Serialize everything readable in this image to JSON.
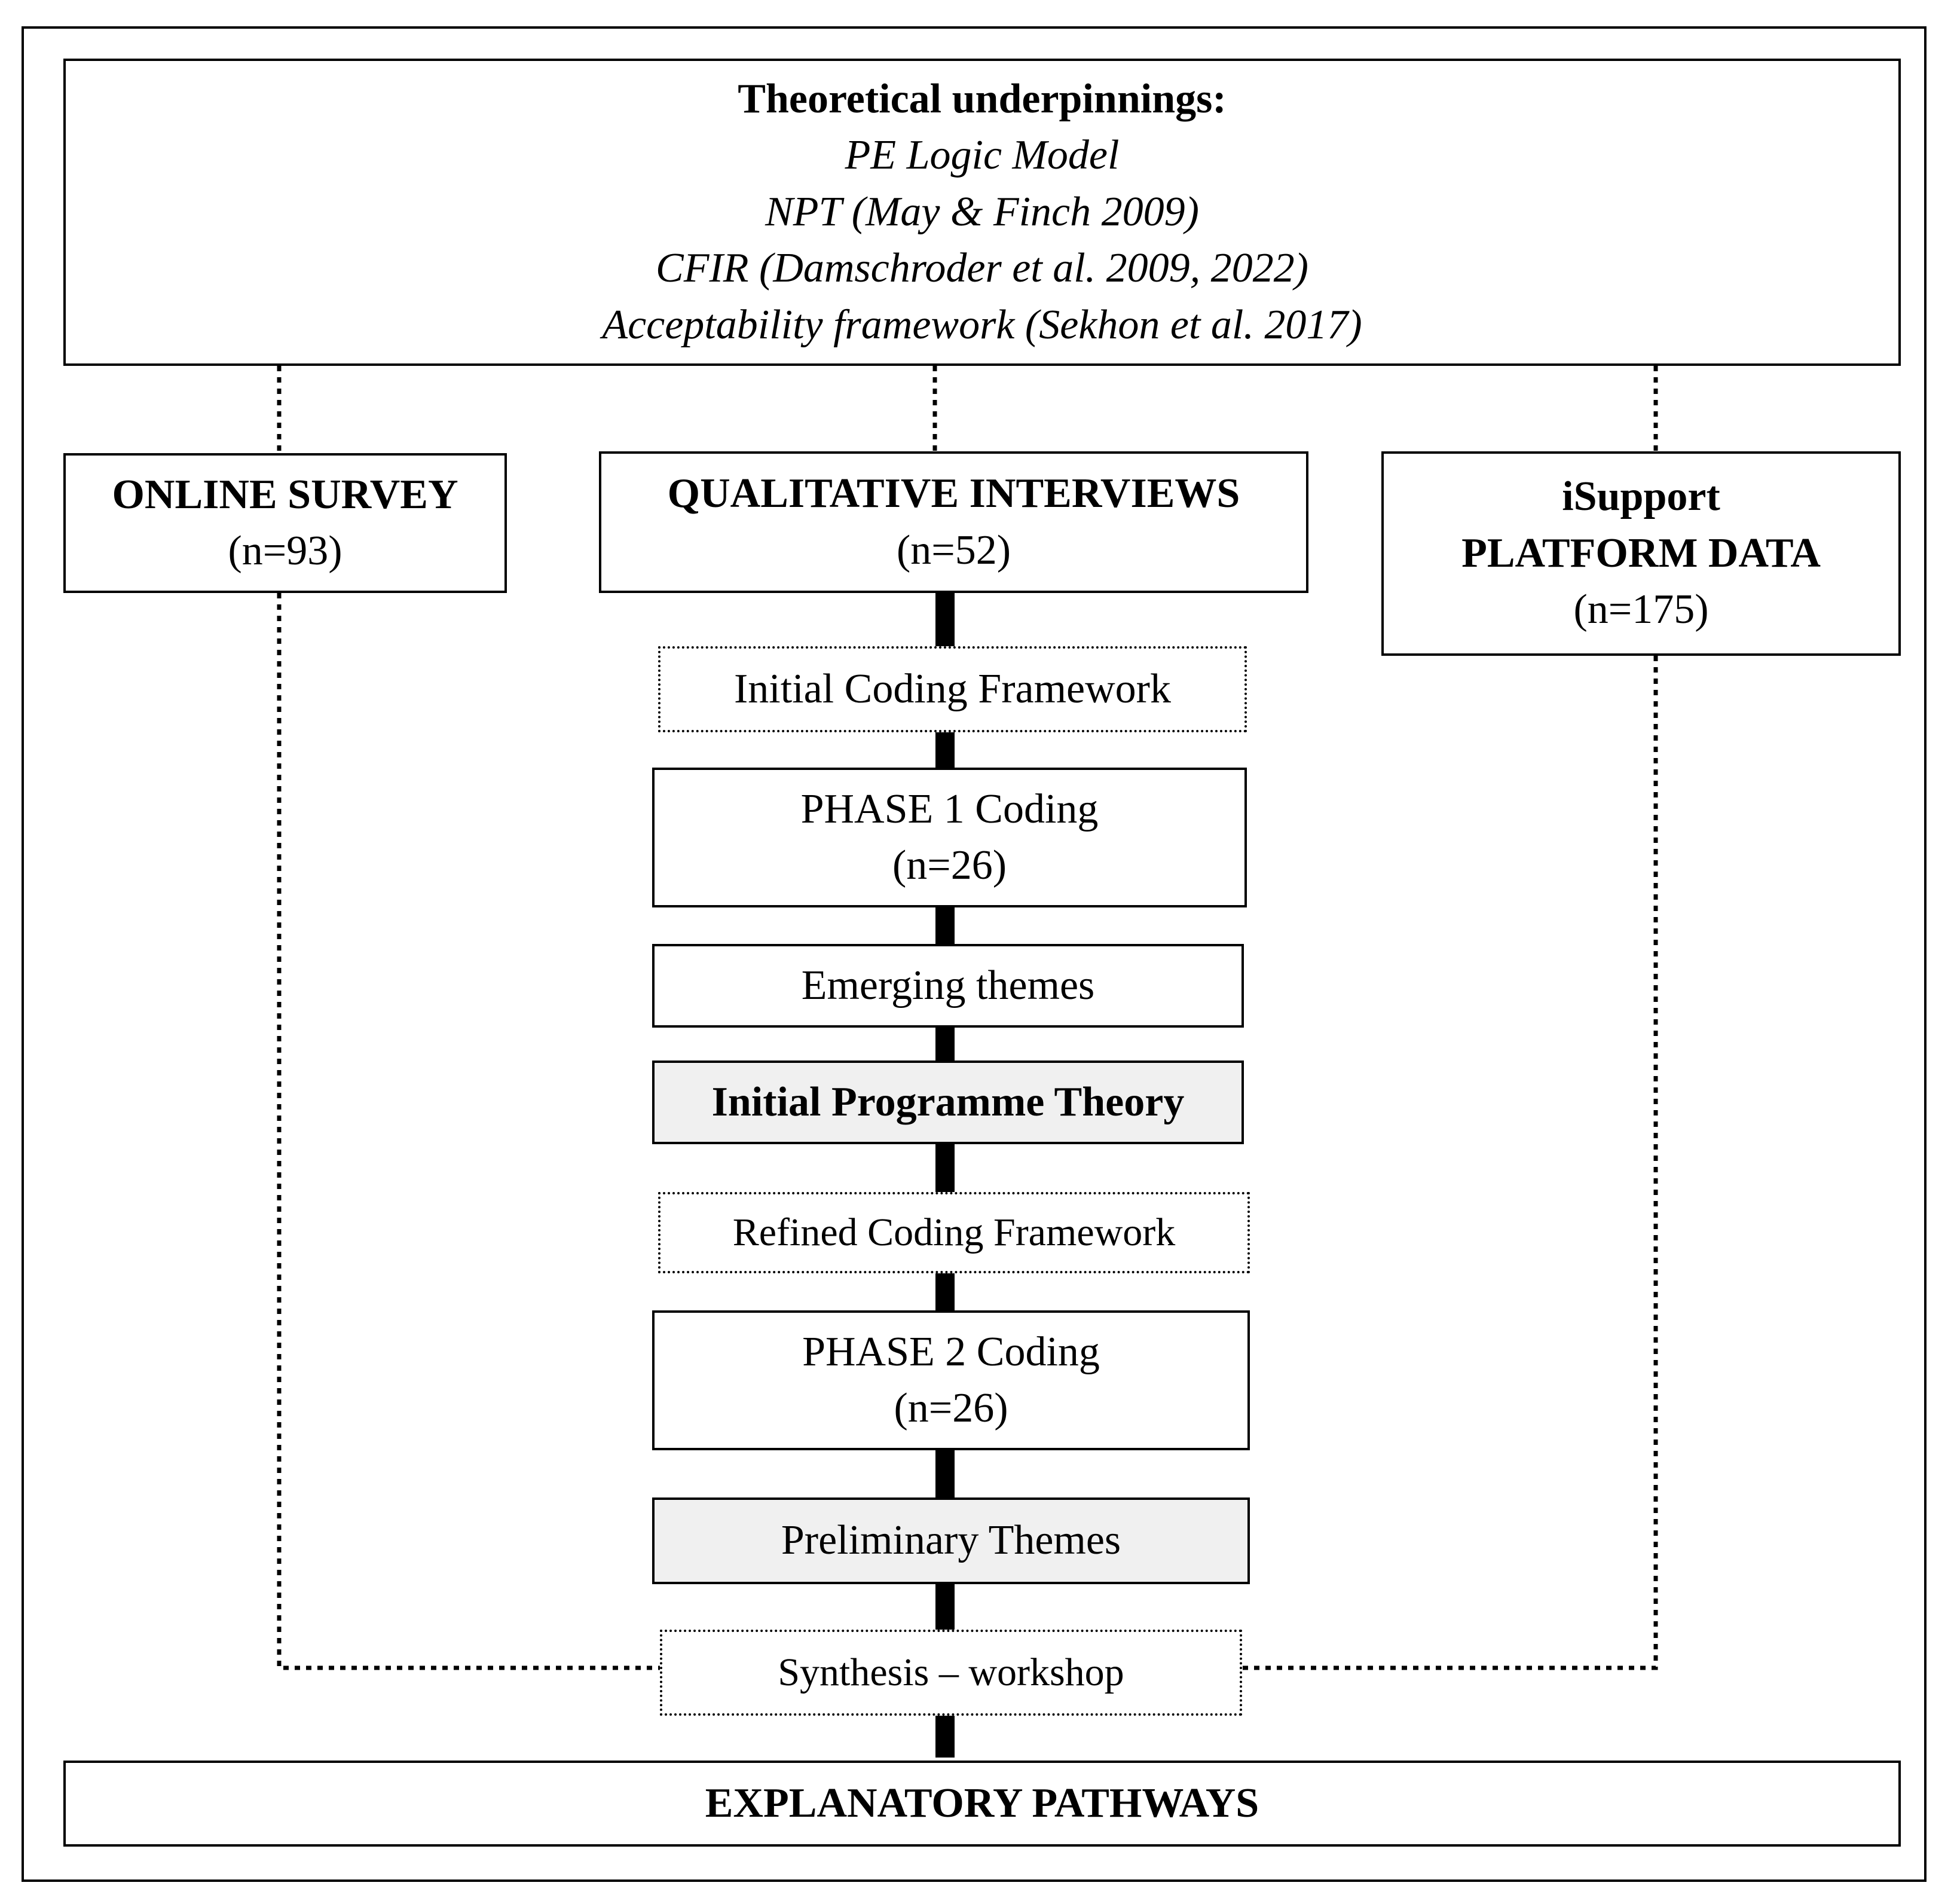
{
  "theory": {
    "heading": "Theoretical underpinnings:",
    "items": [
      "PE Logic Model",
      "NPT (May & Finch 2009)",
      "CFIR (Damschroder et al. 2009, 2022)",
      "Acceptability framework (Sekhon et al. 2017)"
    ]
  },
  "sources": {
    "survey": {
      "title": "ONLINE SURVEY",
      "count": "(n=93)"
    },
    "interviews": {
      "title": "QUALITATIVE INTERVIEWS",
      "count": "(n=52)"
    },
    "platform": {
      "title_1": "iSupport",
      "title_2": "PLATFORM DATA",
      "count": "(n=175)"
    }
  },
  "steps": {
    "initial_framework": "Initial Coding Framework",
    "phase1": {
      "title": "PHASE 1 Coding",
      "count": "(n=26)"
    },
    "emerging": "Emerging themes",
    "programme_theory": "Initial Programme Theory",
    "refined_framework": "Refined Coding Framework",
    "phase2": {
      "title": "PHASE 2 Coding",
      "count": "(n=26)"
    },
    "preliminary": "Preliminary Themes",
    "synthesis": "Synthesis – workshop"
  },
  "outcome": {
    "title": "EXPLANATORY PATHWAYS"
  }
}
